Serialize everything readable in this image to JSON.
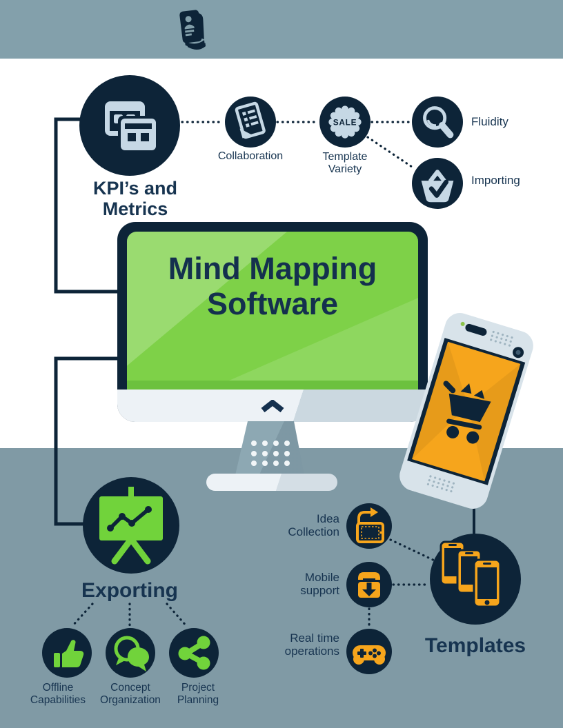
{
  "header": {
    "logo_icon": "magazine-icon"
  },
  "monitor": {
    "title_line1": "Mind Mapping",
    "title_line2": "Software"
  },
  "nodes": {
    "kpis": {
      "line1": "KPI’s and",
      "line2": "Metrics",
      "icon": "windows-icon"
    },
    "collaboration": {
      "label": "Collaboration",
      "icon": "document-list-icon"
    },
    "template_variety": {
      "badge": "SALE",
      "line1": "Template",
      "line2": "Variety",
      "icon": "sale-seal-icon"
    },
    "fluidity": {
      "label": "Fluidity",
      "icon": "magnifier-icon"
    },
    "importing": {
      "label": "Importing",
      "icon": "basket-check-icon"
    },
    "exporting": {
      "label": "Exporting",
      "icon": "presentation-chart-icon"
    },
    "offline_capabilities": {
      "line1": "Offline",
      "line2": "Capabilities",
      "icon": "thumbs-up-icon"
    },
    "concept_organization": {
      "line1": "Concept",
      "line2": "Organization",
      "icon": "chat-bubbles-icon"
    },
    "project_planning": {
      "line1": "Project",
      "line2": "Planning",
      "icon": "share-icon"
    },
    "idea_collection": {
      "line1": "Idea",
      "line2": "Collection",
      "icon": "tablet-rotate-icon"
    },
    "mobile_support": {
      "line1": "Mobile",
      "line2": "support",
      "icon": "box-download-icon"
    },
    "real_time_operations": {
      "line1": "Real time",
      "line2": "operations",
      "icon": "gamepad-icon"
    },
    "templates": {
      "label": "Templates",
      "icon": "phones-icon"
    }
  },
  "devices": {
    "monitor_chevron_icon": "chevron-up-icon",
    "phone_screen_icon": "shopping-cart-icon"
  },
  "colors": {
    "navy": "#0D2438",
    "text_navy": "#173450",
    "light_blue": "#C6D8E5",
    "green": "#71D33B",
    "screen_green": "#7ED148",
    "orange": "#F6A51C",
    "header_bg": "#83A0AB",
    "lower_bg": "#809AA5"
  }
}
